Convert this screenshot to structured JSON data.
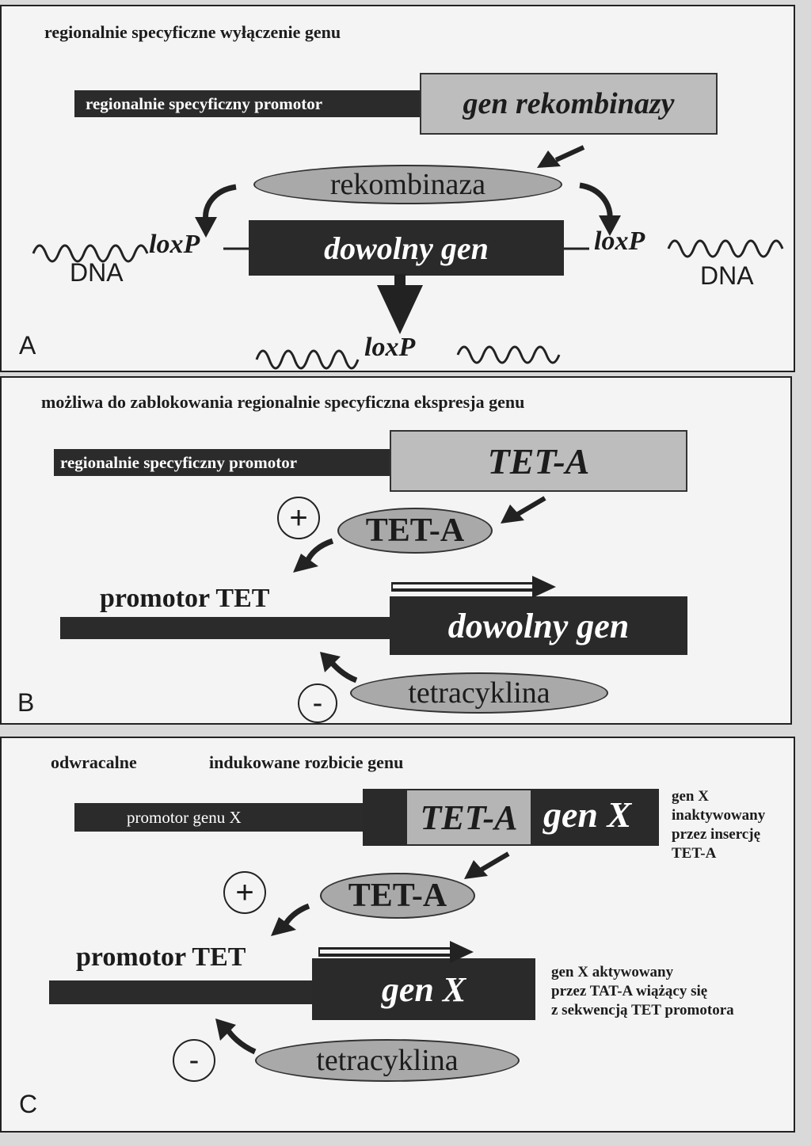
{
  "panel_a": {
    "title": "regionalnie specyficzne wyłączenie genu",
    "promoter_label": "regionalnie specyficzny promotor",
    "recombinase_gene": "gen rekombinazy",
    "recombinase": "rekombinaza",
    "target_gene": "dowolny gen",
    "loxp_left": "loxP",
    "loxp_right": "loxP",
    "loxp_result": "loxP",
    "dna_left": "DNA",
    "dna_right": "DNA",
    "panel_letter": "A"
  },
  "panel_b": {
    "title": "możliwa do zablokowania regionalnie specyficzna ekspresja genu",
    "promoter_label": "regionalnie specyficzny promotor",
    "tet_a_gene": "TET-A",
    "tet_a_protein": "TET-A",
    "plus_sign": "+",
    "tet_promoter": "promotor TET",
    "target_gene": "dowolny gen",
    "tetracycline": "tetracyklina",
    "minus_sign": "-",
    "panel_letter": "B"
  },
  "panel_c": {
    "title_part1": "odwracalne",
    "title_part2": "indukowane rozbicie genu",
    "promoter_label": "promotor genu X",
    "tet_a_insert": "TET-A",
    "gene_x": "gen X",
    "note_inactivated": [
      "gen X",
      "inaktywowany",
      "przez insercję",
      "TET-A"
    ],
    "tet_a_protein": "TET-A",
    "plus_sign": "+",
    "tet_promoter": "promotor TET",
    "gene_x_active": "gen X",
    "note_activated": [
      "gen X aktywowany",
      "przez TAT-A wiążący się",
      "z sekwencją TET promotora"
    ],
    "tetracycline": "tetracyklina",
    "minus_sign": "-",
    "panel_letter": "C"
  }
}
